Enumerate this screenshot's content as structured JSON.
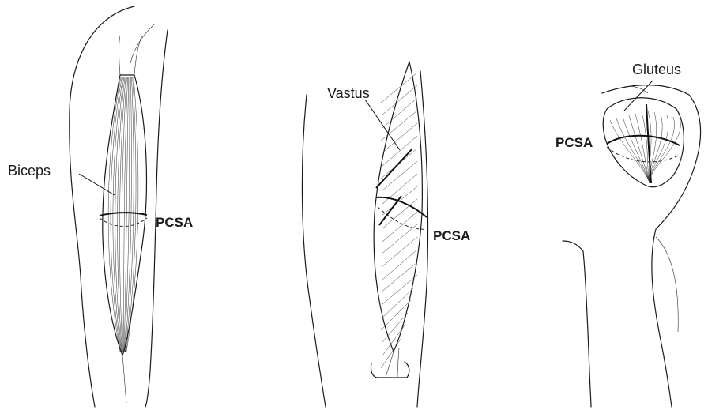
{
  "panels": {
    "biceps": {
      "muscle_label": "Biceps",
      "pcsa_label": "PCSA"
    },
    "vastus": {
      "muscle_label": "Vastus",
      "pcsa_label": "PCSA"
    },
    "gluteus": {
      "muscle_label": "Gluteus",
      "pcsa_label": "PCSA"
    }
  }
}
